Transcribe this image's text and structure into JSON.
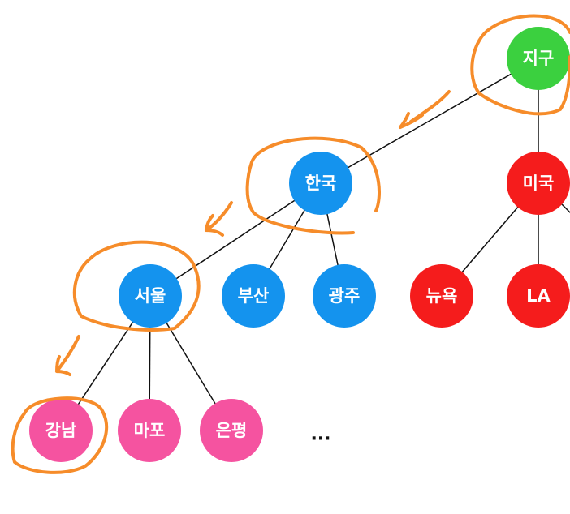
{
  "colors": {
    "root": "#3bd03f",
    "korea_group": "#1493ee",
    "usa_group": "#f51c1c",
    "seoul_districts": "#f553a0",
    "highlight_stroke": "#f68c2a",
    "edge": "#111111"
  },
  "nodes": {
    "earth": {
      "label": "지구",
      "color_key": "root"
    },
    "korea": {
      "label": "한국",
      "color_key": "korea_group"
    },
    "usa": {
      "label": "미국",
      "color_key": "usa_group"
    },
    "seoul": {
      "label": "서울",
      "color_key": "korea_group"
    },
    "busan": {
      "label": "부산",
      "color_key": "korea_group"
    },
    "gwangju": {
      "label": "광주",
      "color_key": "korea_group"
    },
    "newyork": {
      "label": "뉴욕",
      "color_key": "usa_group"
    },
    "la": {
      "label": "LA",
      "color_key": "usa_group"
    },
    "gangnam": {
      "label": "강남",
      "color_key": "seoul_districts"
    },
    "mapo": {
      "label": "마포",
      "color_key": "seoul_districts"
    },
    "eunpyeong": {
      "label": "은평",
      "color_key": "seoul_districts"
    }
  },
  "edges": [
    [
      "earth",
      "korea"
    ],
    [
      "earth",
      "usa"
    ],
    [
      "korea",
      "seoul"
    ],
    [
      "korea",
      "busan"
    ],
    [
      "korea",
      "gwangju"
    ],
    [
      "usa",
      "newyork"
    ],
    [
      "usa",
      "la"
    ],
    [
      "seoul",
      "gangnam"
    ],
    [
      "seoul",
      "mapo"
    ],
    [
      "seoul",
      "eunpyeong"
    ]
  ],
  "highlighted_path": [
    "earth",
    "korea",
    "seoul",
    "gangnam"
  ],
  "ellipsis": "..."
}
